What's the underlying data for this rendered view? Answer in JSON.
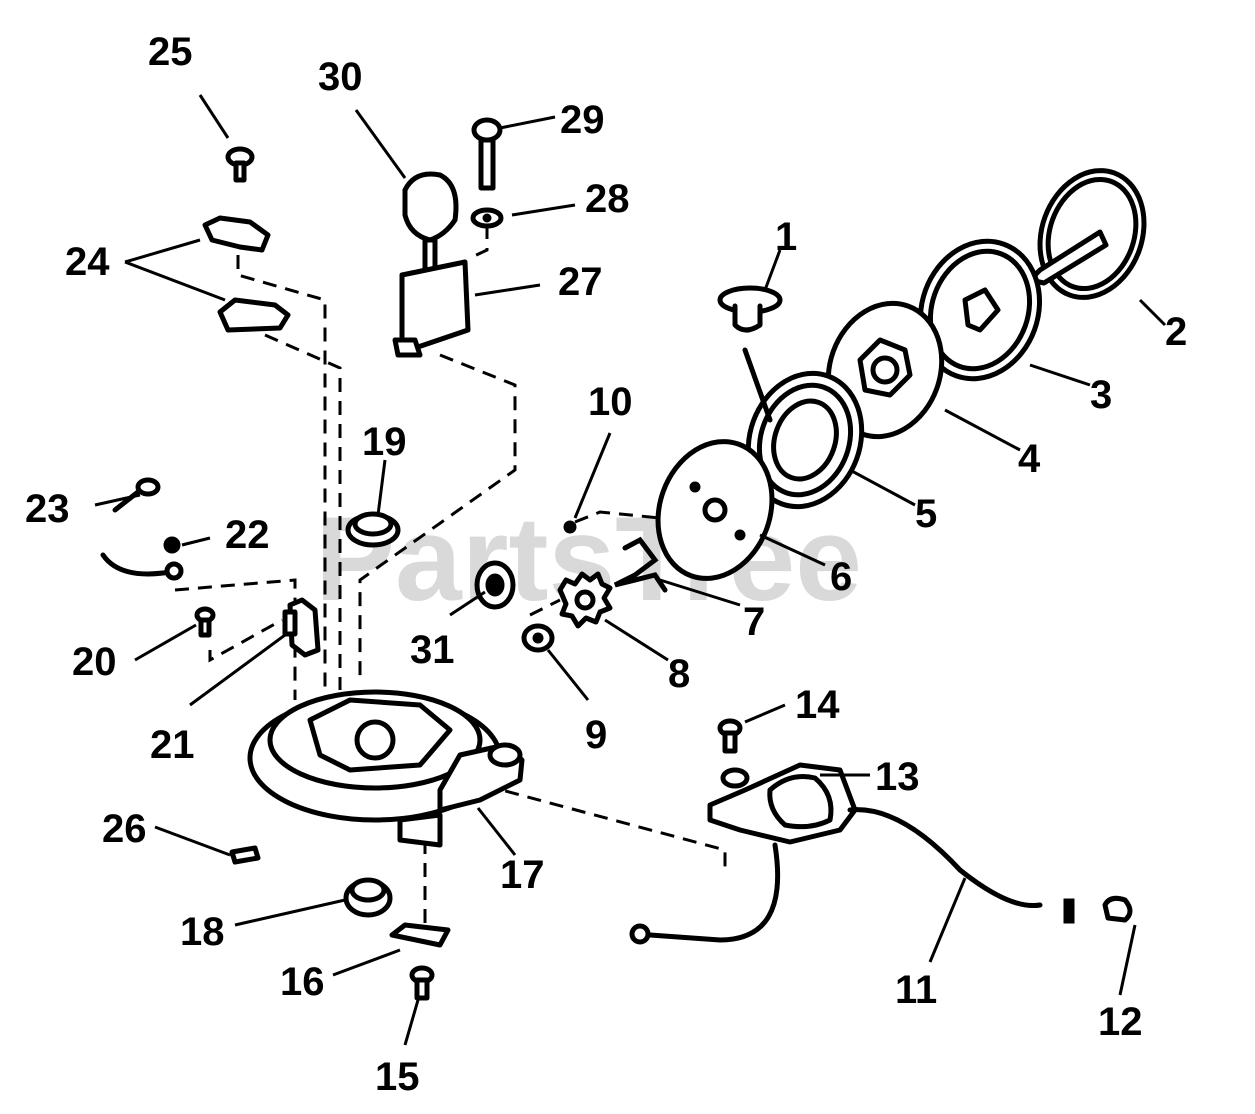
{
  "watermark": {
    "text": "PartsTree",
    "color": "#d9d9d9"
  },
  "parts": [
    {
      "number": "1"
    },
    {
      "number": "2"
    },
    {
      "number": "3"
    },
    {
      "number": "4"
    },
    {
      "number": "5"
    },
    {
      "number": "6"
    },
    {
      "number": "7"
    },
    {
      "number": "8"
    },
    {
      "number": "9"
    },
    {
      "number": "10"
    },
    {
      "number": "11"
    },
    {
      "number": "12"
    },
    {
      "number": "13"
    },
    {
      "number": "14"
    },
    {
      "number": "15"
    },
    {
      "number": "16"
    },
    {
      "number": "17"
    },
    {
      "number": "18"
    },
    {
      "number": "19"
    },
    {
      "number": "20"
    },
    {
      "number": "21"
    },
    {
      "number": "22"
    },
    {
      "number": "23"
    },
    {
      "number": "24"
    },
    {
      "number": "25"
    },
    {
      "number": "26"
    },
    {
      "number": "27"
    },
    {
      "number": "28"
    },
    {
      "number": "29"
    },
    {
      "number": "30"
    },
    {
      "number": "31"
    }
  ]
}
